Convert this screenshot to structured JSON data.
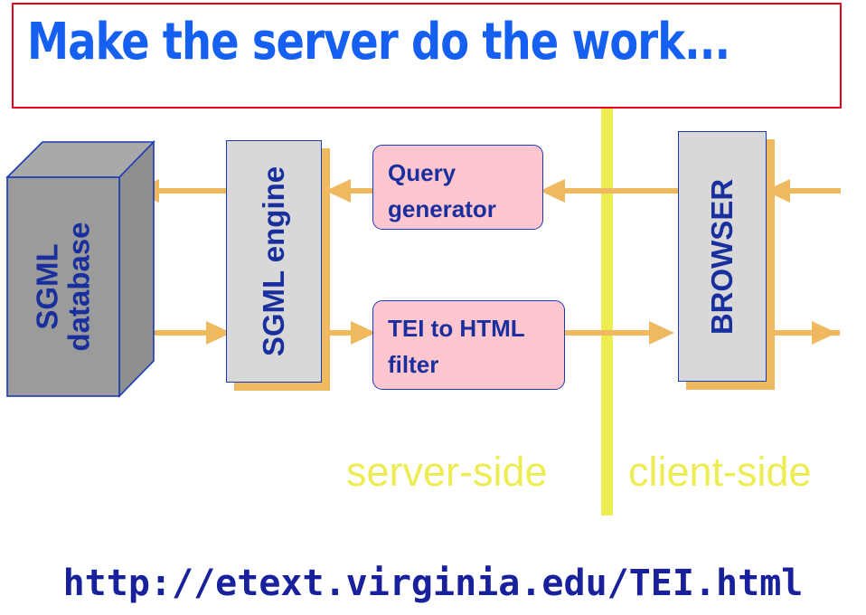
{
  "slide": {
    "title": "Make the server do the work...",
    "footer_url": "http://etext.virginia.edu/TEI.html"
  },
  "colors": {
    "title_text": "#1560f0",
    "title_frame": "#e8001e",
    "box_border": "#1a3bb3",
    "box_fill": "#d8d8d8",
    "box_shadow": "#eeb95f",
    "pink_fill": "#ffc6cf",
    "label_text": "#1a2f9e",
    "arrow": "#eeb95f",
    "divider": "#eded53",
    "cube_fill": "#9b9b9b",
    "cube_top": "#a8a8a8",
    "url_text": "#19209c"
  },
  "nodes": {
    "database": {
      "label_line1": "SGML",
      "label_line2": "database",
      "shape": "3d-cube"
    },
    "engine": {
      "label": "SGML engine",
      "shape": "box"
    },
    "query_generator": {
      "label_line1": "Query",
      "label_line2": "generator",
      "shape": "rounded-box"
    },
    "tei_filter": {
      "label_line1": "TEI to HTML",
      "label_line2": "filter",
      "shape": "rounded-box"
    },
    "browser": {
      "label": "BROWSER",
      "shape": "box"
    }
  },
  "zones": {
    "server_side": "server-side",
    "client_side": "client-side"
  },
  "flows": [
    {
      "id": "browser-to-query",
      "direction": "left",
      "row": "upper"
    },
    {
      "id": "query-to-engine",
      "direction": "left",
      "row": "upper"
    },
    {
      "id": "engine-to-database",
      "direction": "left",
      "row": "upper"
    },
    {
      "id": "external-to-browser",
      "direction": "left",
      "row": "upper"
    },
    {
      "id": "database-to-engine",
      "direction": "right",
      "row": "lower"
    },
    {
      "id": "engine-to-filter",
      "direction": "right",
      "row": "lower"
    },
    {
      "id": "filter-to-browser",
      "direction": "right",
      "row": "lower"
    },
    {
      "id": "browser-to-external",
      "direction": "right",
      "row": "lower"
    }
  ]
}
